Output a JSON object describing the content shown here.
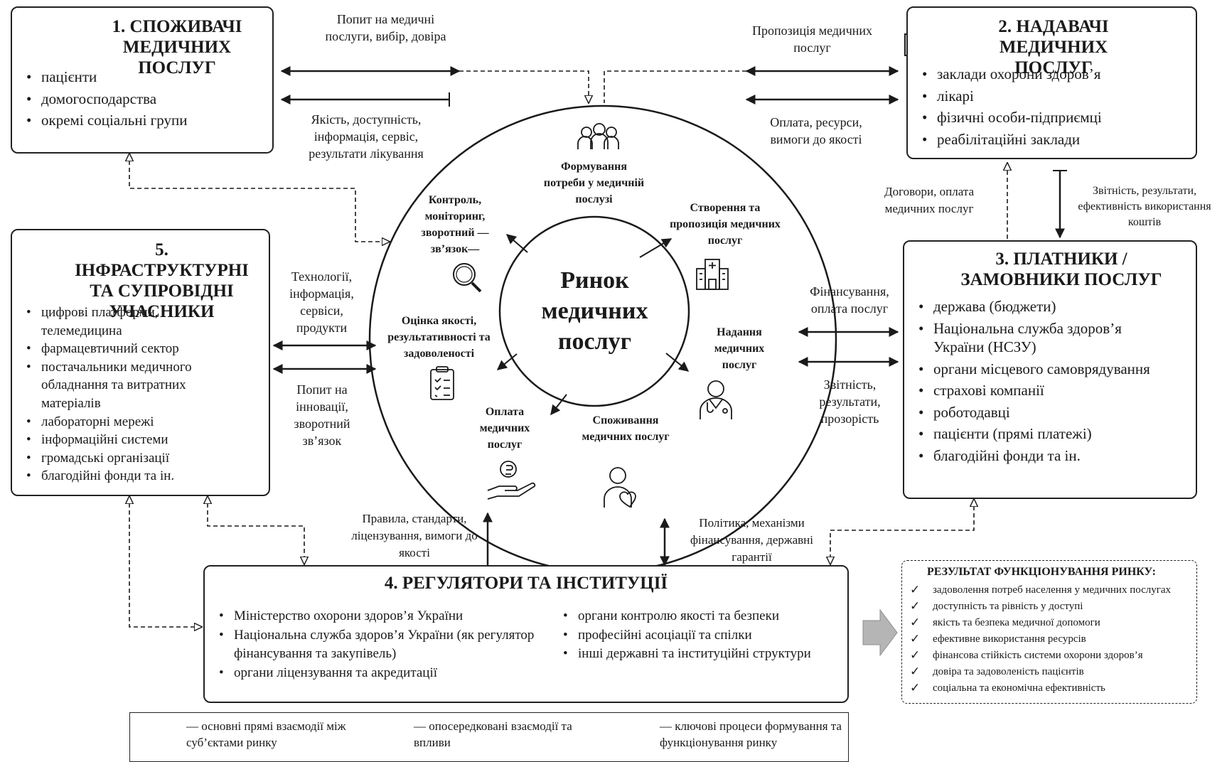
{
  "consumers": {
    "title": "1. СПОЖИВАЧІ МЕДИЧНИХ ПОСЛУГ",
    "items": [
      "пацієнти",
      "домогосподарства",
      "окремі соціальні групи"
    ],
    "icon": "people-group-icon"
  },
  "providers": {
    "title": "2. НАДАВАЧІ МЕДИЧНИХ ПОСЛУГ",
    "items": [
      "заклади охорони здоров’я",
      "лікарі",
      "фізичні особи-підприємці",
      "реабілітаційні заклади"
    ],
    "icon": "hospital-icon"
  },
  "payers": {
    "title": "3. ПЛАТНИКИ / ЗАМОВНИКИ ПОСЛУГ",
    "items": [
      "держава (бюджети)",
      "Національна служба здоров’я України (НСЗУ)",
      "органи місцевого самоврядування",
      "страхові компанії",
      "роботодавці",
      "пацієнти (прямі платежі)",
      "благодійні фонди та ін."
    ],
    "icon": "wallet-icon"
  },
  "regulators": {
    "title": "4. РЕГУЛЯТОРИ ТА ІНСТИТУЦІЇ",
    "items_left": [
      "Міністерство охорони здоров’я України",
      "Національна служба здоров’я України (як регулятор фінансування та закупівель)",
      "органи ліцензування та акредитації"
    ],
    "items_right": [
      "органи контролю якості та безпеки",
      "професійні асоціації та спілки",
      "інші державні та інституційні структури"
    ],
    "icon": "institution-icon"
  },
  "infrastructure": {
    "title": "5. ІНФРАСТРУКТУРНІ ТА СУПРОВІДНІ УЧАСНИКИ",
    "items": [
      "цифрові платформи, телемедицина",
      "фармацевтичний сектор",
      "постачальники медичного обладнання та витратних матеріалів",
      "лабораторні мережі",
      "інформаційні системи",
      "громадські організації",
      "благодійні фонди та ін."
    ],
    "icon": "gear-icon"
  },
  "center": {
    "title": "Ринок медичних послуг"
  },
  "steps": {
    "forming": "Формування потреби у медичній послузі",
    "creation": "Створення та пропозиція медичних послуг",
    "delivery": "Надання медичних послуг",
    "consumption": "Споживання медичних послуг",
    "payment": "Оплата медичних послуг",
    "evaluation": "Оцінка якості, результативності та задоволеності",
    "control": "Контроль, моніторинг, зворотний —зв’язок—"
  },
  "flows": {
    "demand": "Попит на медичні послуги, вибір, довіра",
    "quality": "Якість, доступність, інформація, сервіс, результати лікування",
    "supply": "Пропозиція медичних послуг",
    "payment_resources": "Оплата, ресурси, вимоги до якості",
    "contracts": "Договори, оплата медичних послуг",
    "reporting_efficiency": "Звітність, результати, ефективність використання коштів",
    "financing": "Фінансування, оплата послуг",
    "reporting_transparency": "Звітність, результати, прозорість",
    "technology": "Технології, інформація, сервіси, продукти",
    "innovation_demand": "Попит на інновації, зворотний зв’язок",
    "rules": "Правила, стандарти, ліцензування, вимоги до якості",
    "policy": "Політика, механізми фінансування, державні гарантії"
  },
  "result": {
    "title": "РЕЗУЛЬТАТ ФУНКЦІОНУВАННЯ РИНКУ:",
    "items": [
      "задоволення потреб населення у медичних послугах",
      "доступність та рівність у доступі",
      "якість та безпека медичної допомоги",
      "ефективне використання ресурсів",
      "фінансова стійкість системи охорони здоров’я",
      "довіра та задоволеність пацієнтів",
      "соціальна та економічна ефективність"
    ]
  },
  "legend": {
    "solid_double": "— основні прямі взаємодії між суб’єктами ринку",
    "dashed": "— опосередковані взаємодії та впливи",
    "process": "— ключові процеси формування та функціонування ринку"
  },
  "colors": {
    "line": "#1a1a1a",
    "arrow_fill": "#b5b5b5"
  }
}
